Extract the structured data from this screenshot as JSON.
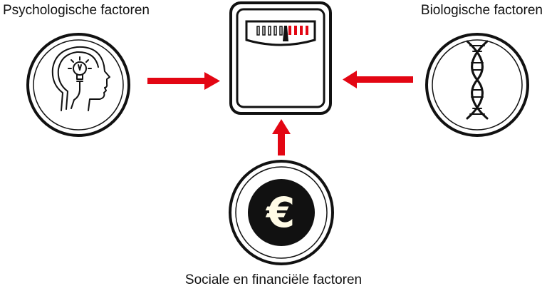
{
  "labels": {
    "psychological": "Psychologische factoren",
    "biological": "Biologische factoren",
    "social_financial": "Sociale en financiële factoren"
  },
  "symbols": {
    "currency": "€"
  },
  "icons": {
    "center": "weighing-scale-icon",
    "left": "head-lightbulb-icon",
    "right": "dna-helix-icon",
    "bottom": "euro-coin-icon"
  },
  "colors": {
    "arrow": "#e30613",
    "stroke": "#111111",
    "coin": "#111111",
    "coin_symbol": "#fffbe6",
    "scale_marks_red": "#e30613"
  }
}
